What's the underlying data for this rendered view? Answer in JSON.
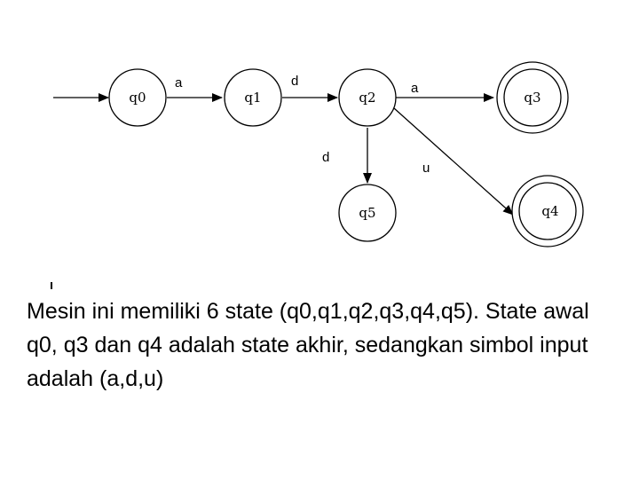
{
  "diagram": {
    "states": [
      {
        "id": "q0",
        "label": "q0",
        "accepting": false
      },
      {
        "id": "q1",
        "label": "q1",
        "accepting": false
      },
      {
        "id": "q2",
        "label": "q2",
        "accepting": false
      },
      {
        "id": "q3",
        "label": "q3",
        "accepting": true
      },
      {
        "id": "q4",
        "label": "q4",
        "accepting": true
      },
      {
        "id": "q5",
        "label": "q5",
        "accepting": false
      }
    ],
    "start_state": "q0",
    "transitions": [
      {
        "from": "q0",
        "to": "q1",
        "symbol": "a"
      },
      {
        "from": "q1",
        "to": "q2",
        "symbol": "d"
      },
      {
        "from": "q2",
        "to": "q3",
        "symbol": "a"
      },
      {
        "from": "q2",
        "to": "q5",
        "symbol": "d"
      },
      {
        "from": "q2",
        "to": "q4",
        "symbol": "u"
      }
    ]
  },
  "caption": {
    "text": "Mesin ini memiliki 6 state (q0,q1,q2,q3,q4,q5). State awal q0, q3 dan q4 adalah state akhir, sedangkan simbol input adalah (a,d,u)"
  }
}
